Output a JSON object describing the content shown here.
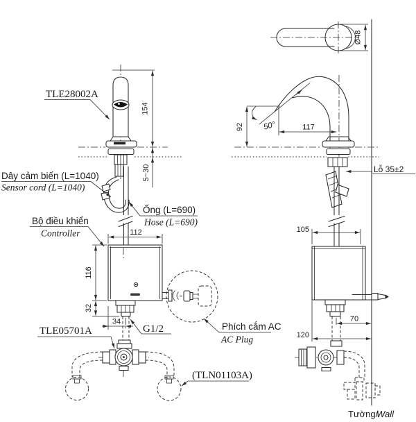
{
  "labels": {
    "product_model": "TLE28002A",
    "sensor_cord_vi": "Dây cảm biến (L=1040)",
    "sensor_cord_en": "Sensor cord (L=1040)",
    "hose_vi": "Ống (L=690)",
    "hose_en": "Hose (L=690)",
    "controller_vi": "Bộ điều khiển",
    "controller_en": "Controller",
    "valve_model": "TLE05701A",
    "thread_size": "G1/2",
    "ac_plug_vi": "Phích cắm AC",
    "ac_plug_en": "AC Plug",
    "supply_ref": "(TLN01103A)",
    "mount_hole": "Lỗ 35±2",
    "wall_vi": "Tường/",
    "wall_en": "Wall"
  },
  "dimensions_front": {
    "spout_height_above_deck": "154",
    "deck_thickness_range": "5~30",
    "controller_width": "112",
    "controller_height": "116",
    "outlet_stub_length": "32",
    "outlet_offset": "34"
  },
  "dimensions_side": {
    "body_diameter": "Ø48",
    "outlet_height": "92",
    "spout_reach": "117",
    "outlet_angle": "50°",
    "controller_depth": "105",
    "outlet_to_wall": "70",
    "controller_to_wall": "120"
  }
}
